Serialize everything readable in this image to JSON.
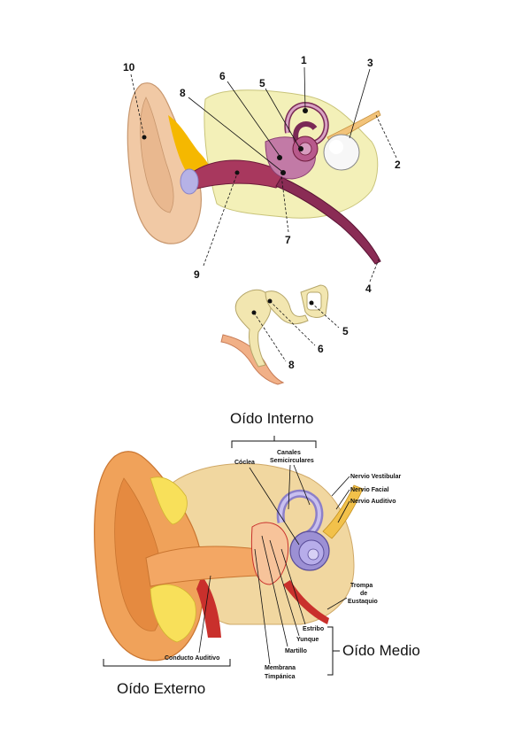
{
  "top_diagram": {
    "numbers": [
      "1",
      "2",
      "3",
      "4",
      "5",
      "6",
      "7",
      "8",
      "9",
      "10"
    ]
  },
  "detail_diagram": {
    "numbers": [
      "5",
      "6",
      "8"
    ]
  },
  "bottom_diagram": {
    "sections": {
      "inner": "Oído Interno",
      "middle": "Oído Medio",
      "outer": "Oído Externo"
    },
    "labels": {
      "coclea": "Cóclea",
      "canales_1": "Canales",
      "canales_2": "Semicirculares",
      "vestibular": "Nervio Vestibular",
      "facial": "Nervio Facial",
      "auditivo": "Nervio Auditivo",
      "trompa_1": "Trompa",
      "trompa_2": "de",
      "trompa_3": "Eustaquio",
      "estribo": "Estribo",
      "yunque": "Yunque",
      "martillo": "Martillo",
      "membrana_1": "Membrana",
      "membrana_2": "Timpánica",
      "conducto": "Conducto Auditivo"
    }
  }
}
